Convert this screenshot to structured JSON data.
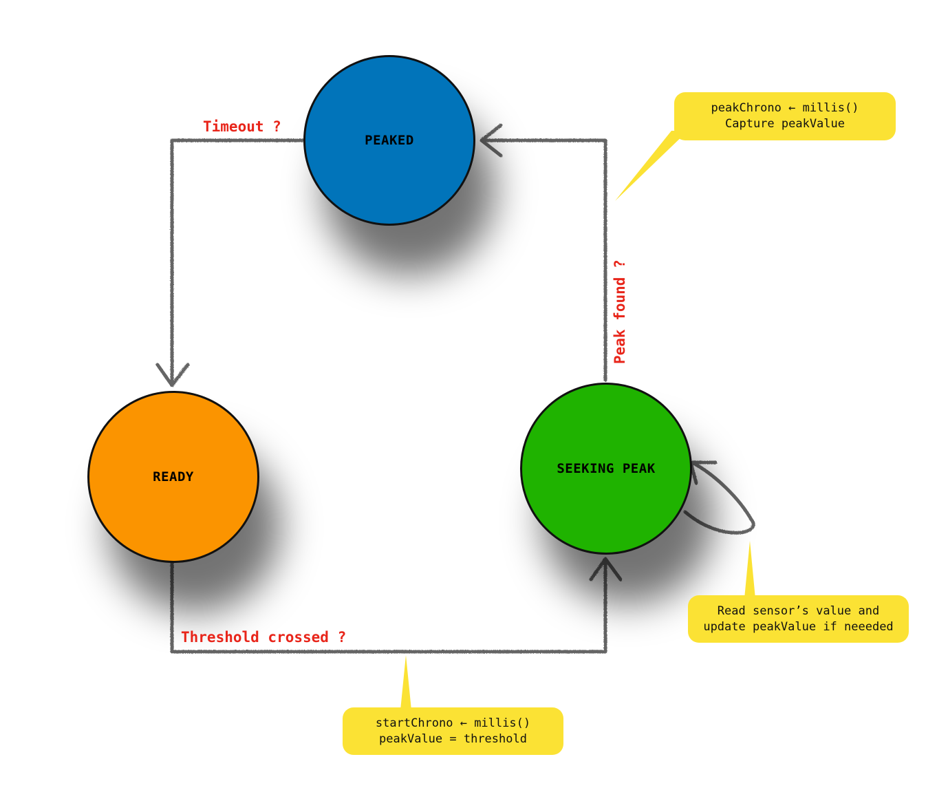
{
  "states": {
    "peaked": {
      "label": "PEAKED",
      "color": "#0174ba"
    },
    "ready": {
      "label": "READY",
      "color": "#fb9400"
    },
    "seeking": {
      "label": "SEEKING PEAK",
      "color": "#1fb300"
    }
  },
  "transitions": {
    "timeout": "Timeout ?",
    "peak_found": "Peak found ?",
    "threshold": "Threshold crossed ?"
  },
  "notes": {
    "peak_found": {
      "line1": "peakChrono ← millis()",
      "line2": "Capture peakValue"
    },
    "seeking_loop": {
      "line1": "Read sensor’s value and",
      "line2": "update peakValue if neeeded"
    },
    "threshold": {
      "line1": "startChrono ← millis()",
      "line2": "peakValue = threshold"
    }
  },
  "colors": {
    "arrow": "#555555",
    "condition": "#e8251a",
    "note": "#fbe234"
  }
}
